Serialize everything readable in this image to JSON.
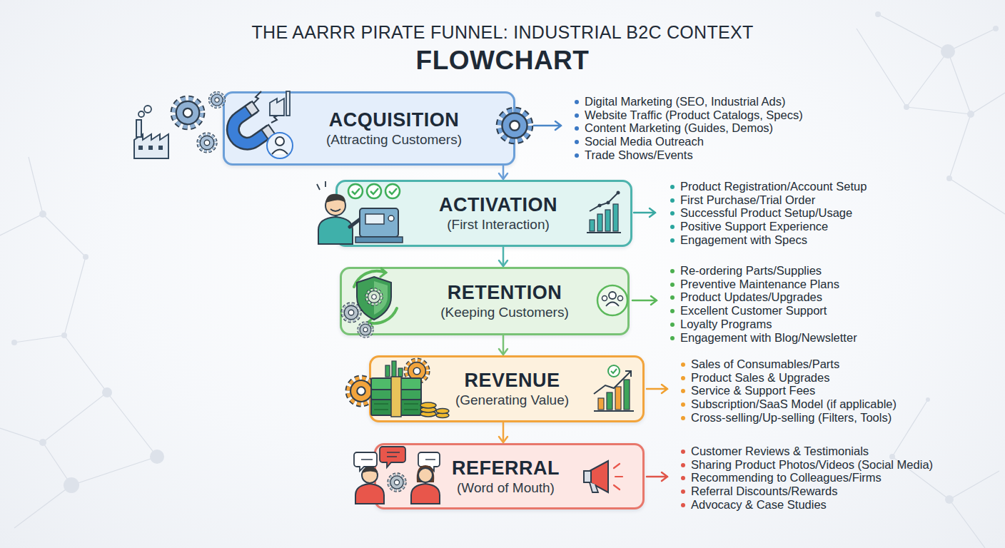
{
  "diagram": {
    "title": "THE AARRR PIRATE FUNNEL: INDUSTRIAL B2C CONTEXT",
    "nodes": [
      {
        "text": [
          "ACQUISITION",
          "(Attracting Customers)"
        ]
      },
      {
        "text": [
          "ACTIVATION",
          "(First Interaction)"
        ]
      },
      {
        "text": [
          "RETENTION",
          "(Keeping Customers)"
        ]
      },
      {
        "text": [
          "REVENUE",
          "(Generating Value)"
        ]
      },
      {
        "text": [
          "REFERRAL",
          "(Word of Mouth)"
        ]
      }
    ],
    "edges": [
      {
        "from": 0,
        "to": 1,
        "arrow": "to"
      },
      {
        "from": 1,
        "to": 2,
        "arrow": "to"
      },
      {
        "from": 2,
        "to": 3,
        "arrow": "to"
      },
      {
        "from": 3,
        "to": 4,
        "arrow": "to"
      }
    ],
    "labels": [
      "FLOWCHART",
      "Digital Marketing (SEO, Industrial Ads)",
      "Website Traffic (Product Catalogs, Specs)",
      "Content Marketing (Guides, Demos)",
      "Social Media Outreach",
      "Trade Shows/Events",
      "Product Registration/Account Setup",
      "First Purchase/Trial Order",
      "Successful Product Setup/Usage",
      "Positive Support Experience",
      "Engagement with Specs",
      "Re-ordering Parts/Supplies",
      "Preventive Maintenance Plans",
      "Product Updates/Upgrades",
      "Excellent Customer Support",
      "Loyalty Programs",
      "Engagement with Blog/Newsletter",
      "Sales of Consumables/Parts",
      "Product Sales & Upgrades",
      "Service & Support Fees",
      "Subscription/SaaS Model (if applicable)",
      "Cross-selling/Up-selling (Filters, Tools)",
      "Customer Reviews & Testimonials",
      "Sharing Product Photos/Videos (Social Media)",
      "Recommending to Colleagues/Firms",
      "Referral Discounts/Rewards",
      "Advocacy & Case Studies"
    ]
  }
}
